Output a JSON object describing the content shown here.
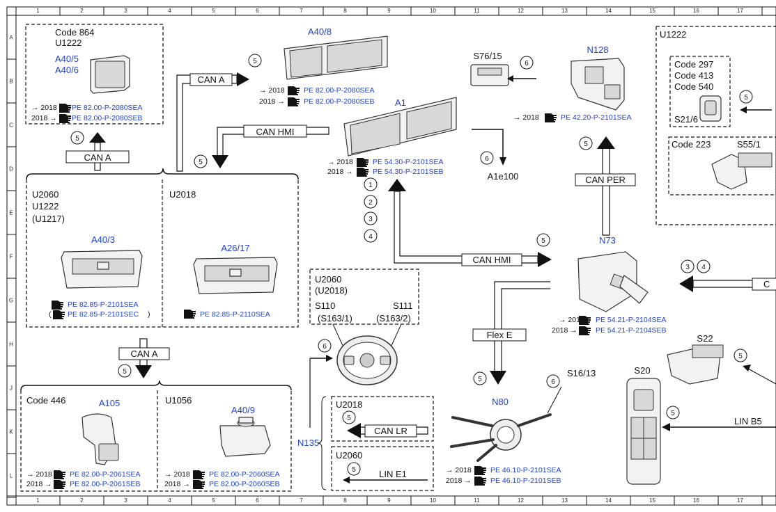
{
  "grid": {
    "columns": [
      "1",
      "2",
      "3",
      "4",
      "5",
      "6",
      "7",
      "8",
      "9",
      "10",
      "11",
      "12",
      "13",
      "14",
      "15",
      "16",
      "17"
    ],
    "rows": [
      "A",
      "B",
      "C",
      "D",
      "E",
      "F",
      "G",
      "H",
      "J",
      "K",
      "L"
    ]
  },
  "groups": {
    "g864": {
      "code": "Code 864",
      "variant": "U1222",
      "comp1": "A40/5",
      "comp2": "A40/6"
    },
    "g_top_right": {
      "variant": "U1222"
    },
    "g297": {
      "c1": "Code 297",
      "c2": "Code 413",
      "c3": "Code 540",
      "comp": "S21/6"
    },
    "g223": {
      "code": "Code 223",
      "comp": "S55/1"
    },
    "g2060": {
      "v1": "U2060",
      "v2": "U1222",
      "v3": "(U1217)",
      "comp": "A40/3"
    },
    "g2018": {
      "v1": "U2018",
      "comp": "A26/17"
    },
    "gwheel": {
      "v1": "U2060",
      "v2": "(U2018)",
      "s110": "S110",
      "s111": "S111",
      "s163_1": "(S163/1)",
      "s163_2": "(S163/2)"
    },
    "g446": {
      "code": "Code 446",
      "comp": "A105"
    },
    "g1056": {
      "code": "U1056",
      "comp": "A40/9"
    },
    "gcanlr": {
      "v1": "U2018",
      "bus": "CAN LR"
    },
    "glin": {
      "v1": "U2060",
      "bus": "LIN E1"
    }
  },
  "components": {
    "a40_8": "A40/8",
    "a1": "A1",
    "s76_15": "S76/15",
    "n128": "N128",
    "a1e100": "A1e100",
    "n73": "N73",
    "n80": "N80",
    "s16_13": "S16/13",
    "s22": "S22",
    "s20": "S20",
    "n135": "N135"
  },
  "buses": {
    "can_a_1": "CAN A",
    "can_a_2": "CAN A",
    "can_a_3": "CAN A",
    "can_hmi_1": "CAN HMI",
    "can_hmi_2": "CAN HMI",
    "can_per": "CAN PER",
    "flex_e": "Flex E",
    "lin_b5": "LIN B5",
    "c_trunc": "C"
  },
  "circles": {
    "c1": "1",
    "c2": "2",
    "c3": "3",
    "c4": "4",
    "c5": "5",
    "c6": "6"
  },
  "references": {
    "r864a_pre": "→ 2018",
    "r864a": "PE 82.00-P-2080SEA",
    "r864b_pre": "2018 →",
    "r864b": "PE 82.00-P-2080SEB",
    "ra408a_pre": "→ 2018",
    "ra408a": "PE 82.00-P-2080SEA",
    "ra408b_pre": "2018 →",
    "ra408b": "PE 82.00-P-2080SEB",
    "ra1a_pre": "→ 2018",
    "ra1a": "PE 54.30-P-2101SEA",
    "ra1b_pre": "2018 →",
    "ra1b": "PE 54.30-P-2101SEB",
    "rn128_pre": "→ 2018",
    "rn128": "PE 42.20-P-2101SEA",
    "ra403a": "PE 82.85-P-2101SEA",
    "ra403b_pre": "(",
    "ra403b": "PE 82.85-P-2101SEC",
    "ra403b_post": ")",
    "ra2617": "PE 82.85-P-2110SEA",
    "rn73a_pre": "→ 2018",
    "rn73a": "PE 54.21-P-2104SEA",
    "rn73b_pre": "2018 →",
    "rn73b": "PE 54.21-P-2104SEB",
    "ra105a_pre": "→ 2018",
    "ra105a": "PE 82.00-P-2061SEA",
    "ra105b_pre": "2018 →",
    "ra105b": "PE 82.00-P-2061SEB",
    "ra409a_pre": "→ 2018",
    "ra409a": "PE 82.00-P-2060SEA",
    "ra409b_pre": "2018 →",
    "ra409b": "PE 82.00-P-2060SEB",
    "rn80a_pre": "→ 2018",
    "rn80a": "PE 46.10-P-2101SEA",
    "rn80b_pre": "2018 →",
    "rn80b": "PE 46.10-P-2101SEB"
  },
  "icons": {
    "ref": "hand-pointer-icon",
    "badge": "numbered-circle-icon"
  }
}
